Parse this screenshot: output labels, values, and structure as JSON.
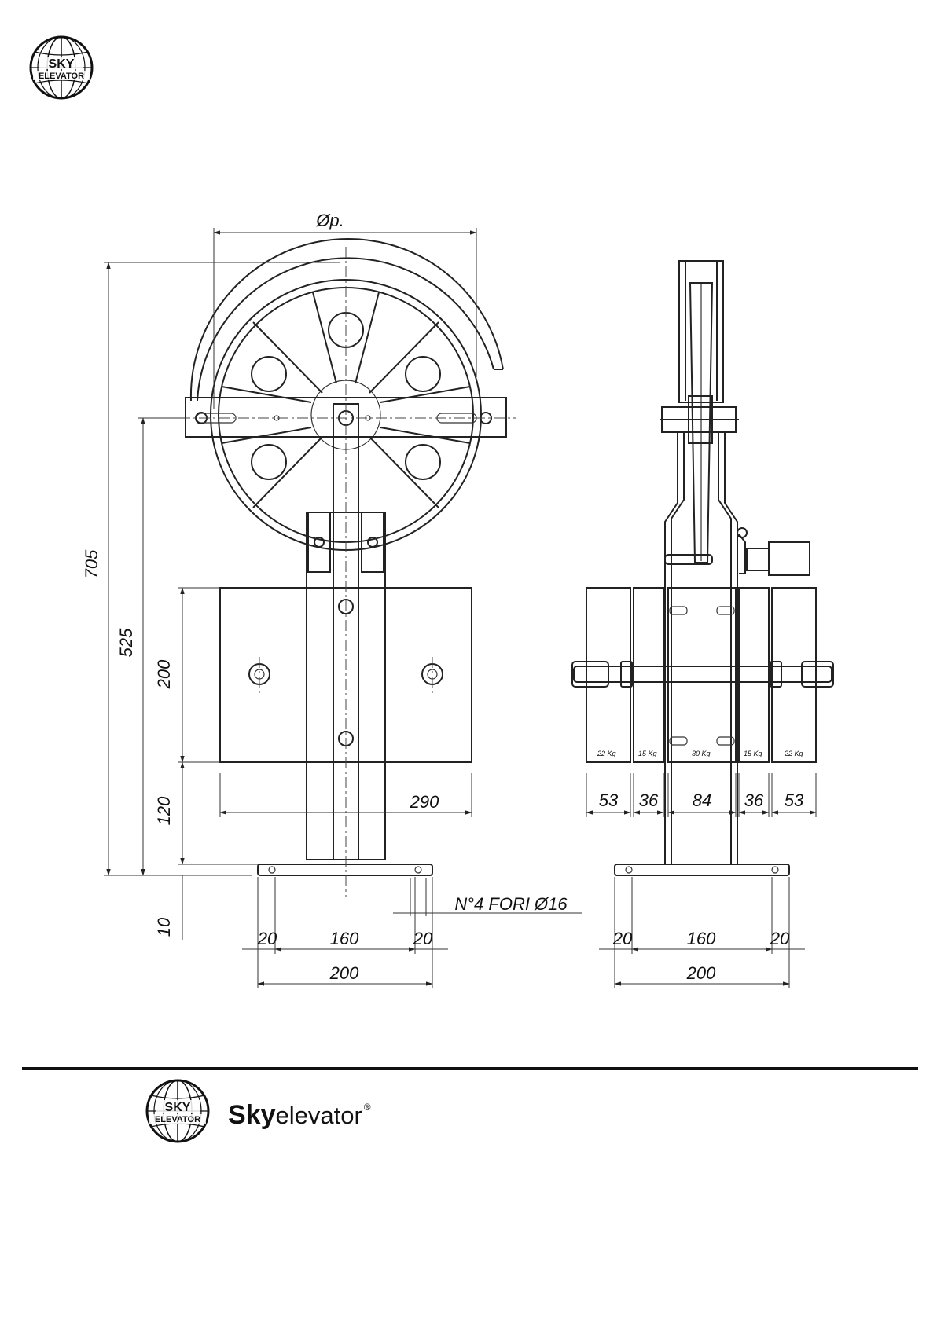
{
  "header_logo": {
    "line1": "SKY",
    "line2": "ELEVATOR"
  },
  "footer_logo": {
    "line1": "SKY",
    "line2": "ELEVATOR"
  },
  "brand": {
    "strong": "Sky",
    "rest": "elevator",
    "registered": "®"
  },
  "front_view": {
    "diameter_label": "Øp.",
    "dim_705": "705",
    "dim_525": "525",
    "dim_200_height": "200",
    "dim_120": "120",
    "dim_10": "10",
    "dim_290": "290",
    "holes_note": "N°4 FORI Ø16",
    "base_20_left": "20",
    "base_160": "160",
    "base_20_right": "20",
    "base_200": "200"
  },
  "side_view": {
    "weights": [
      "22 Kg",
      "15 Kg",
      "30 Kg",
      "15 Kg",
      "22 Kg"
    ],
    "widths": [
      "53",
      "36",
      "84",
      "36",
      "53"
    ],
    "base_20_left": "20",
    "base_160": "160",
    "base_20_right": "20",
    "base_200": "200"
  }
}
